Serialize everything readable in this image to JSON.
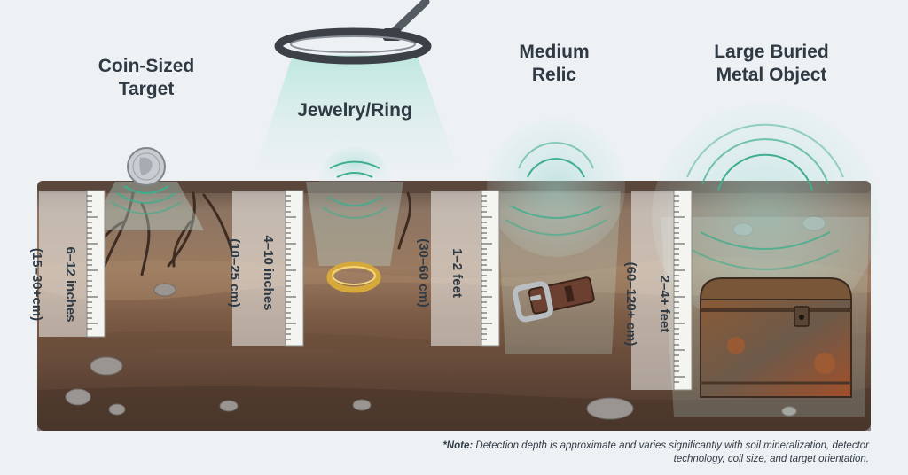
{
  "targets": [
    {
      "title": "Coin-Sized\nTarget",
      "depth_imperial": "6–12 inches",
      "depth_metric": "(15–30+cm)"
    },
    {
      "title": "Jewelry/Ring",
      "depth_imperial": "4–10 inches",
      "depth_metric": "(10–25 cm)"
    },
    {
      "title": "Medium\nRelic",
      "depth_imperial": "1–2 feet",
      "depth_metric": "(30–60 cm)"
    },
    {
      "title": "Large Buried\nMetal Object",
      "depth_imperial": "2–4+ feet",
      "depth_metric": "(60–120+ cm)"
    }
  ],
  "note": {
    "label": "*Note:",
    "text": "Detection depth is approximate and varies significantly with soil mineralization, detector technology, coil size, and target orientation."
  },
  "colors": {
    "background": "#eef1f4",
    "soil_top": "#6b5244",
    "soil_mid": "#8a6a52",
    "soil_deep": "#5a4436",
    "signal": "#3fae8c",
    "ruler": "#f3f3f0"
  },
  "icons": [
    "metal-detector-coil-icon",
    "coin-icon",
    "ring-icon",
    "belt-buckle-icon",
    "treasure-chest-icon"
  ]
}
